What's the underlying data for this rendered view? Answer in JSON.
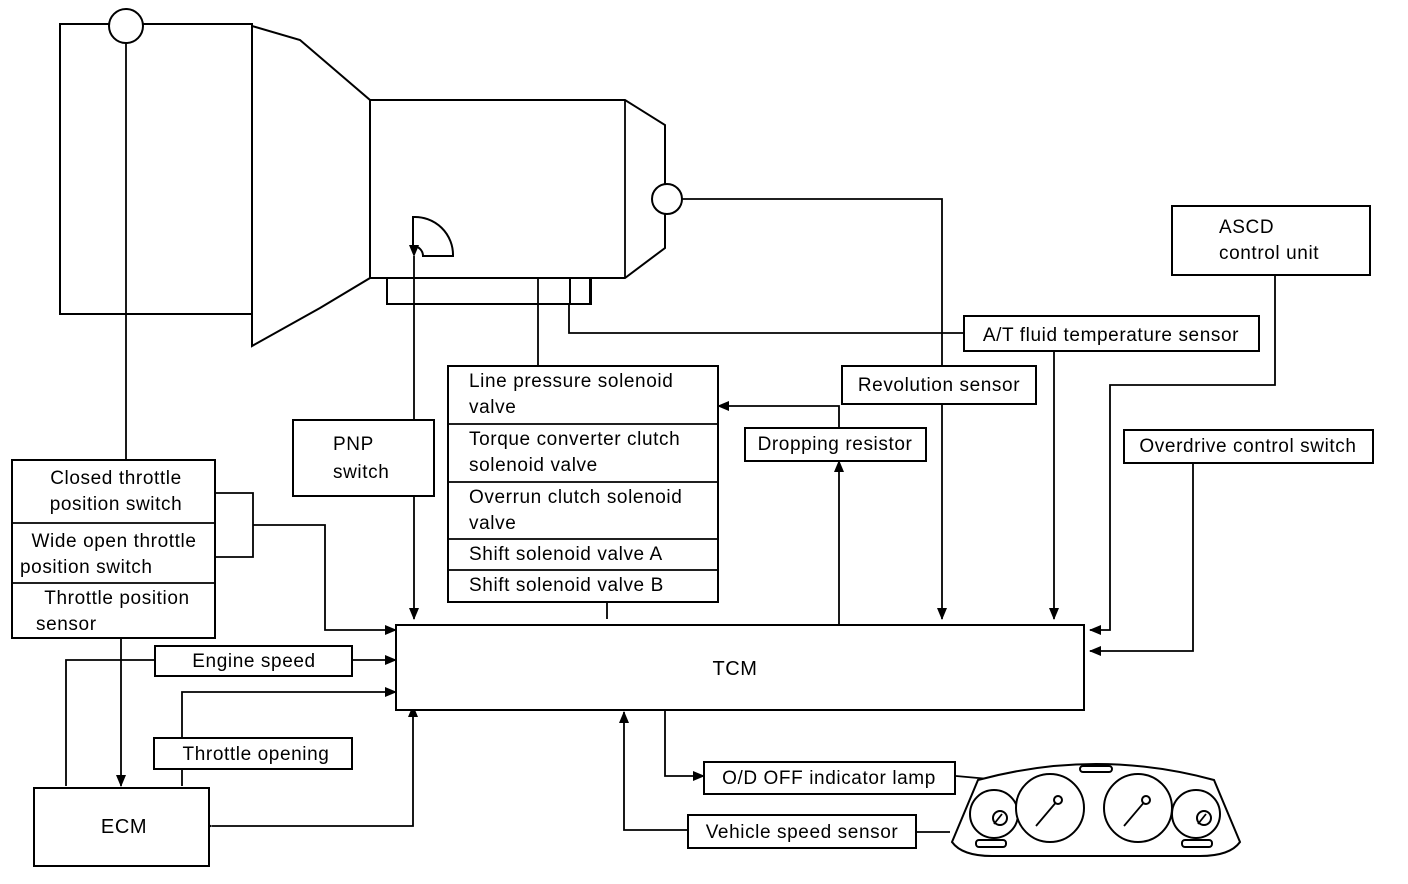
{
  "components": {
    "tcm": "TCM",
    "ecm": "ECM",
    "pnp_switch": [
      "PNP",
      "switch"
    ],
    "ascd_control_unit": [
      "ASCD",
      "control unit"
    ],
    "af_fluid_temp_sensor": "A/T fluid temperature sensor",
    "revolution_sensor": "Revolution sensor",
    "dropping_resistor": "Dropping resistor",
    "overdrive_control_switch": "Overdrive control switch",
    "od_off_indicator_lamp": "O/D OFF indicator lamp",
    "vehicle_speed_sensor": "Vehicle speed sensor",
    "engine_speed": "Engine speed",
    "throttle_opening": "Throttle opening"
  },
  "throttle_group": {
    "closed_throttle": [
      "Closed throttle",
      "position switch"
    ],
    "wide_open_throttle": [
      "Wide open throttle",
      "position switch"
    ],
    "throttle_position_sensor": [
      "Throttle position",
      "sensor"
    ]
  },
  "solenoids": {
    "line_pressure": [
      "Line pressure solenoid",
      "valve"
    ],
    "torque_converter": [
      "Torque converter clutch",
      "solenoid valve"
    ],
    "overrun_clutch": [
      "Overrun clutch solenoid",
      "valve"
    ],
    "shift_a": "Shift solenoid valve A",
    "shift_b": "Shift solenoid valve B"
  }
}
